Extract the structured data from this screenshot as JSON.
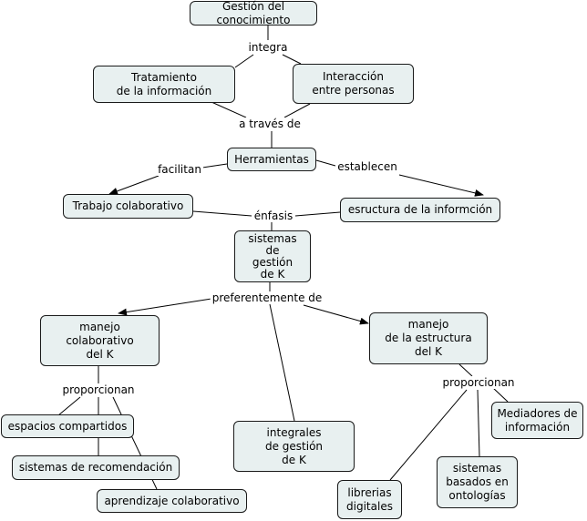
{
  "concepts": {
    "gestion": "Gestión del conocimiento",
    "tratamiento": "Tratamiento\nde la información",
    "interaccion": "Interacción\nentre personas",
    "herramientas": "Herramientas",
    "trabajo": "Trabajo colaborativo",
    "estructura": "esructura de la informción",
    "sistemas_gestion": "sistemas\nde\ngestión\nde K",
    "manejo_colab": "manejo\ncolaborativo\ndel K",
    "manejo_estructura": "manejo\nde la estructura\ndel K",
    "integrales": "integrales\nde gestión\nde K",
    "espacios": "espacios compartidos",
    "recomendacion": "sistemas de recomendación",
    "aprendizaje": "aprendizaje colaborativo",
    "librerias": "librerias\ndigitales",
    "ontologias": "sistemas\nbasados en\nontologías",
    "mediadores": "Mediadores de\ninformación"
  },
  "linking_phrases": {
    "integra": "integra",
    "a_traves": "a través de",
    "facilitan": "facilitan",
    "establecen": "establecen",
    "enfasis": "énfasis",
    "preferentemente": "preferentemente de",
    "proporcionan_left": "proporcionan",
    "proporcionan_right": "proporcionan"
  },
  "colors": {
    "node_fill": "#e8f0f0",
    "node_border": "#1a1a1a",
    "line": "#000000"
  }
}
